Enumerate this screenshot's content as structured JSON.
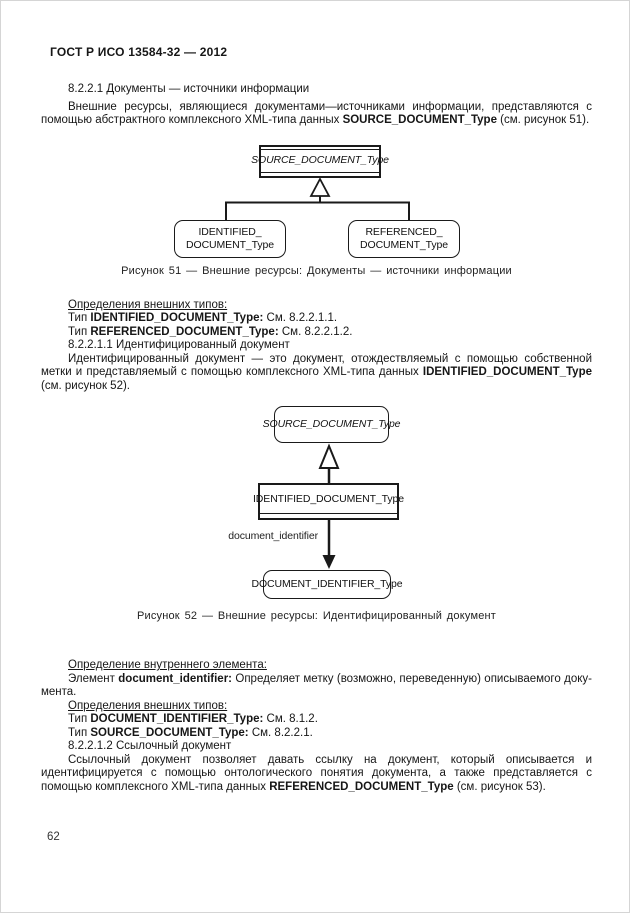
{
  "meta": {
    "ink_color": "#161616",
    "page_background": "#ffffff"
  },
  "header": {
    "title": "ГОСТ Р ИСО 13584-32 — 2012",
    "page_number": "62"
  },
  "section1": {
    "heading": "8.2.2.1 Документы — источники информации",
    "intro": {
      "r1": "Внешние ресурсы, являющиеся документами—источниками информации, представляются с помо­щью абстрактного комплексного XML-типа данных ",
      "r2": "SOURCE_DOCUMENT_Type",
      "r3": " (см. рисунок 51)."
    }
  },
  "figure51": {
    "parent": "SOURCE_DOCUMENT_Type",
    "child_left_line1": "IDENTIFIED_",
    "child_left_line2": "DOCUMENT_Type",
    "child_right_line1": "REFERENCED_",
    "child_right_line2": "DOCUMENT_Type",
    "caption": "Рисунок 51 — Внешние ресурсы: Документы — источники информации"
  },
  "block1": {
    "defs_heading": "Определения внешних типов:",
    "def1": {
      "r1": "Тип ",
      "r2": "IDENTIFIED_DOCUMENT_Type:",
      "r3": " См. 8.2.2.1.1."
    },
    "def2": {
      "r1": "Тип ",
      "r2": "REFERENCED_DOCUMENT_Type:",
      "r3": " См. 8.2.2.1.2."
    },
    "subheading": "8.2.2.1.1 Идентифицированный документ",
    "para": {
      "r1": "Идентифицированный документ — это документ, отождествляемый с помощью собственной метки и пред­ставляемый с помощью комплексного XML-типа данных ",
      "r2": "IDENTIFIED_DOCUMENT_Type",
      "r3": " (см. рисунок 52)."
    }
  },
  "figure52": {
    "parent": "SOURCE_DOCUMENT_Type",
    "main": "IDENTIFIED_DOCUMENT_Type",
    "edge_label": "document_identifier",
    "target": "DOCUMENT_IDENTIFIER_Type",
    "caption": "Рисунок 52 — Внешние ресурсы: Идентифицированный документ"
  },
  "block2": {
    "inner_heading": "Определение внутреннего элемента:",
    "element_def": {
      "r1": "Элемент ",
      "r2": "document_identifier:",
      "r3": " Определяет метку (возможно,  переведенную) описываемого доку­мента."
    },
    "defs_heading": "Определения внешних типов:",
    "def1": {
      "r1": "Тип ",
      "r2": "DOCUMENT_IDENTIFIER_Type:",
      "r3": " См. 8.1.2."
    },
    "def2": {
      "r1": "Тип ",
      "r2": "SOURCE_DOCUMENT_Type:",
      "r3": " См. 8.2.2.1."
    },
    "subheading": "8.2.2.1.2 Ссылочный документ",
    "para": {
      "r1": "Ссылочный документ позволяет давать ссылку на документ, который описывается и идентифицирует­ся с помощью онтологического понятия документа,  а также представляется  с помощью комплексного XML-типа данных ",
      "r2": "REFERENCED_DOCUMENT_Type",
      "r3": " (см. рисунок 53)."
    }
  }
}
